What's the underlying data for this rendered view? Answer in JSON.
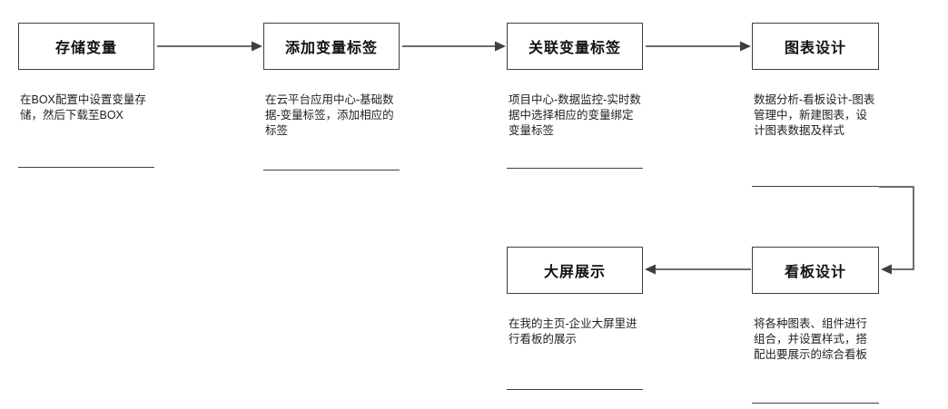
{
  "diagram": {
    "type": "flowchart",
    "line_color": "#3f3f3f",
    "background_color": "#ffffff"
  },
  "nodes": [
    {
      "title": "存储变量",
      "desc": "在BOX配置中设置变量存储，然后下载至BOX"
    },
    {
      "title": "添加变量标签",
      "desc": "在云平台应用中心-基础数据-变量标签，添加相应的标签"
    },
    {
      "title": "关联变量标签",
      "desc": "项目中心-数据监控-实时数据中选择相应的变量绑定变量标签"
    },
    {
      "title": "图表设计",
      "desc": "数据分析-看板设计-图表管理中，新建图表，设计图表数据及样式"
    },
    {
      "title": "大屏展示",
      "desc": "在我的主页-企业大屏里进行看板的展示"
    },
    {
      "title": "看板设计",
      "desc": "将各种图表、组件进行组合，并设置样式，搭配出要展示的综合看板"
    }
  ],
  "arrows": [
    {
      "from": "存储变量",
      "to": "添加变量标签"
    },
    {
      "from": "添加变量标签",
      "to": "关联变量标签"
    },
    {
      "from": "关联变量标签",
      "to": "图表设计"
    },
    {
      "from": "图表设计",
      "to": "看板设计"
    },
    {
      "from": "看板设计",
      "to": "大屏展示"
    }
  ]
}
